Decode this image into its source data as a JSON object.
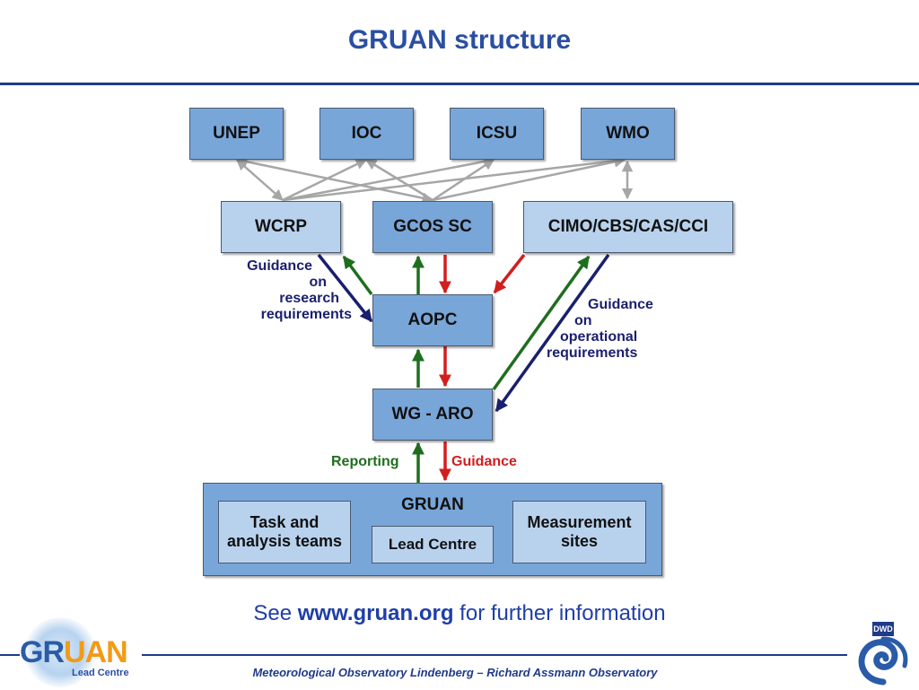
{
  "title": "GRUAN structure",
  "top_orgs": [
    "UNEP",
    "IOC",
    "ICSU",
    "WMO"
  ],
  "middle": {
    "wcrp": "WCRP",
    "gcos": "GCOS SC",
    "cimo": "CIMO/CBS/CAS/CCI"
  },
  "aopc": "AOPC",
  "wgaro": "WG - ARO",
  "labels": {
    "guidance_research": [
      "Guidance",
      "on",
      "research",
      "requirements"
    ],
    "guidance_operational": [
      "Guidance",
      "on",
      "operational",
      "requirements"
    ],
    "reporting": "Reporting",
    "guidance": "Guidance"
  },
  "gruan": {
    "title": "GRUAN",
    "task_teams": [
      "Task and",
      "analysis teams"
    ],
    "lead_centre": "Lead Centre",
    "measurement_sites": [
      "Measurement",
      "sites"
    ]
  },
  "info": {
    "prefix": "See ",
    "url": "www.gruan.org",
    "suffix": " for further information"
  },
  "footer": "Meteorological Observatory Lindenberg – Richard Assmann Observatory",
  "logo": {
    "text_a": "GR",
    "text_b": "UAN",
    "sub": "Lead Centre",
    "dwd": "DWD"
  },
  "colors": {
    "title": "#2a4fa2",
    "navy": "#1a1f6e",
    "green": "#1e6e1e",
    "red": "#d21e1e",
    "grey": "#a6a6a6",
    "box_dark": "#79a6d9",
    "box_light": "#b8d2ee"
  }
}
